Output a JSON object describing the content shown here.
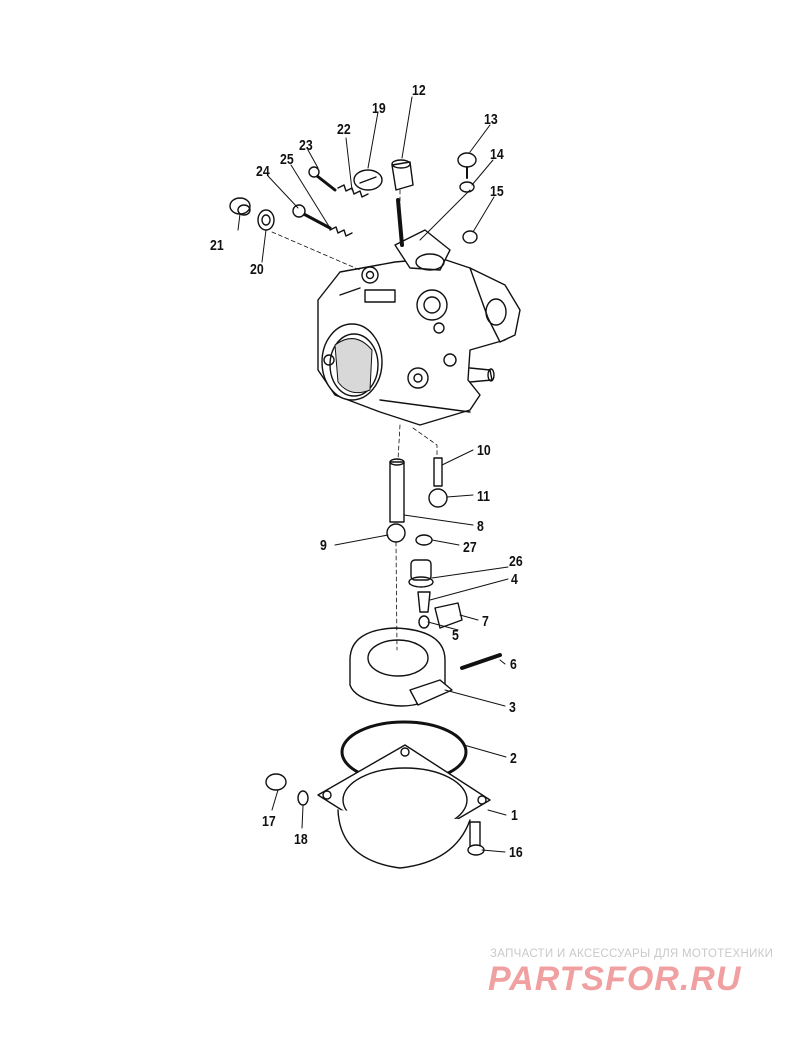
{
  "callouts": [
    {
      "id": "1",
      "text": "1"
    },
    {
      "id": "2",
      "text": "2"
    },
    {
      "id": "3",
      "text": "3"
    },
    {
      "id": "4",
      "text": "4"
    },
    {
      "id": "5",
      "text": "5"
    },
    {
      "id": "6",
      "text": "6"
    },
    {
      "id": "7",
      "text": "7"
    },
    {
      "id": "8",
      "text": "8"
    },
    {
      "id": "9",
      "text": "9"
    },
    {
      "id": "10",
      "text": "10"
    },
    {
      "id": "11",
      "text": "11"
    },
    {
      "id": "12",
      "text": "12"
    },
    {
      "id": "13",
      "text": "13"
    },
    {
      "id": "14",
      "text": "14"
    },
    {
      "id": "15",
      "text": "15"
    },
    {
      "id": "16",
      "text": "16"
    },
    {
      "id": "17",
      "text": "17"
    },
    {
      "id": "18",
      "text": "18"
    },
    {
      "id": "19",
      "text": "19"
    },
    {
      "id": "20",
      "text": "20"
    },
    {
      "id": "21",
      "text": "21"
    },
    {
      "id": "22",
      "text": "22"
    },
    {
      "id": "23",
      "text": "23"
    },
    {
      "id": "24",
      "text": "24"
    },
    {
      "id": "25",
      "text": "25"
    },
    {
      "id": "26",
      "text": "26"
    },
    {
      "id": "27",
      "text": "27"
    }
  ],
  "watermark": {
    "caption": "ЗАПЧАСТИ И АКСЕССУАРЫ ДЛЯ МОТОТЕХНИКИ",
    "logo": "PARTSFOR.RU",
    "logo_color": "#f0a0a0"
  },
  "colors": {
    "ink": "#111111",
    "background": "#ffffff"
  }
}
